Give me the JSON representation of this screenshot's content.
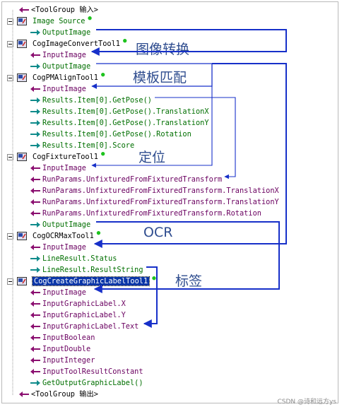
{
  "tree": {
    "rows": [
      {
        "text": "<ToolGroup 输入>",
        "kind": "root",
        "color": "black"
      },
      {
        "text": "Image Source",
        "kind": "tool",
        "color": "green",
        "dot": true
      },
      {
        "text": "OutputImage",
        "kind": "out",
        "color": "green"
      },
      {
        "text": "CogImageConvertTool1",
        "kind": "tool",
        "color": "black",
        "dot": true
      },
      {
        "text": "InputImage",
        "kind": "in",
        "color": "purple"
      },
      {
        "text": "OutputImage",
        "kind": "out",
        "color": "green"
      },
      {
        "text": "CogPMAlignTool1",
        "kind": "tool",
        "color": "black",
        "dot": true
      },
      {
        "text": "InputImage",
        "kind": "in",
        "color": "purple"
      },
      {
        "text": "Results.Item[0].GetPose()",
        "kind": "out",
        "color": "green"
      },
      {
        "text": "Results.Item[0].GetPose().TranslationX",
        "kind": "out",
        "color": "green"
      },
      {
        "text": "Results.Item[0].GetPose().TranslationY",
        "kind": "out",
        "color": "green"
      },
      {
        "text": "Results.Item[0].GetPose().Rotation",
        "kind": "out",
        "color": "green"
      },
      {
        "text": "Results.Item[0].Score",
        "kind": "out",
        "color": "green"
      },
      {
        "text": "CogFixtureTool1",
        "kind": "tool",
        "color": "black",
        "dot": true
      },
      {
        "text": "InputImage",
        "kind": "in",
        "color": "purple"
      },
      {
        "text": "RunParams.UnfixturedFromFixturedTransform",
        "kind": "in",
        "color": "purple"
      },
      {
        "text": "RunParams.UnfixturedFromFixturedTransform.TranslationX",
        "kind": "in",
        "color": "purple"
      },
      {
        "text": "RunParams.UnfixturedFromFixturedTransform.TranslationY",
        "kind": "in",
        "color": "purple"
      },
      {
        "text": "RunParams.UnfixturedFromFixturedTransform.Rotation",
        "kind": "in",
        "color": "purple"
      },
      {
        "text": "OutputImage",
        "kind": "out",
        "color": "green"
      },
      {
        "text": "CogOCRMaxTool1",
        "kind": "tool",
        "color": "black",
        "dot": true
      },
      {
        "text": "InputImage",
        "kind": "in",
        "color": "purple"
      },
      {
        "text": "LineResult.Status",
        "kind": "out",
        "color": "green"
      },
      {
        "text": "LineResult.ResultString",
        "kind": "out",
        "color": "green"
      },
      {
        "text": "CogCreateGraphicLabelTool1",
        "kind": "tool",
        "color": "black",
        "dot": true,
        "selected": true
      },
      {
        "text": "InputImage",
        "kind": "in",
        "color": "purple"
      },
      {
        "text": "InputGraphicLabel.X",
        "kind": "in",
        "color": "purple"
      },
      {
        "text": "InputGraphicLabel.Y",
        "kind": "in",
        "color": "purple"
      },
      {
        "text": "InputGraphicLabel.Text",
        "kind": "in",
        "color": "purple"
      },
      {
        "text": "InputBoolean",
        "kind": "in",
        "color": "purple"
      },
      {
        "text": "InputDouble",
        "kind": "in",
        "color": "purple"
      },
      {
        "text": "InputInteger",
        "kind": "in",
        "color": "purple"
      },
      {
        "text": "InputToolResultConstant",
        "kind": "in",
        "color": "purple"
      },
      {
        "text": "GetOutputGraphicLabel()",
        "kind": "out",
        "color": "green"
      },
      {
        "text": "<ToolGroup 输出>",
        "kind": "root",
        "color": "black"
      }
    ]
  },
  "annotations": {
    "convert": "图像转换",
    "pmalign": "模板匹配",
    "fixture": "定位",
    "ocr": "OCR",
    "label": "标签"
  },
  "watermark": "CSDN @诗和远方ys",
  "colors": {
    "link": "#1730c9",
    "green": "#006f00",
    "purple": "#6a0060",
    "arrow_in": "#8b0f70",
    "arrow_out": "#0f8b8b"
  }
}
